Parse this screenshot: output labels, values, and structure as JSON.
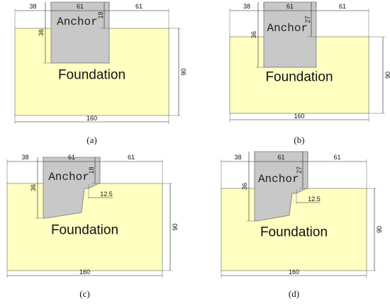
{
  "panels": [
    {
      "caption": "(a)",
      "step": false,
      "labels": {
        "foundation": "Foundation",
        "anchor": "Anchor",
        "left_offset": "38",
        "anchor_width": "61",
        "right_offset": "61",
        "embed_depth": "36",
        "protrusion": "18",
        "height": "90",
        "width": "160"
      }
    },
    {
      "caption": "(b)",
      "step": false,
      "labels": {
        "foundation": "Foundation",
        "anchor": "Anchor",
        "left_offset": "38",
        "anchor_width": "61",
        "right_offset": "61",
        "embed_depth": "36",
        "protrusion": "27",
        "height": "90",
        "width": "160"
      }
    },
    {
      "caption": "(c)",
      "step": true,
      "labels": {
        "foundation": "Foundation",
        "anchor": "Anchor",
        "left_offset": "38",
        "anchor_width": "61",
        "right_offset": "61",
        "embed_depth": "36",
        "protrusion": "18",
        "step_width": "12.5",
        "height": "90",
        "width": "160"
      }
    },
    {
      "caption": "(d)",
      "step": true,
      "labels": {
        "foundation": "Foundation",
        "anchor": "Anchor",
        "left_offset": "38",
        "anchor_width": "61",
        "right_offset": "61",
        "embed_depth": "36",
        "protrusion": "27",
        "step_width": "12.5",
        "height": "90",
        "width": "160"
      }
    }
  ],
  "colors": {
    "foundation": "#FFFFC2",
    "anchor": "#C8C8C8"
  }
}
